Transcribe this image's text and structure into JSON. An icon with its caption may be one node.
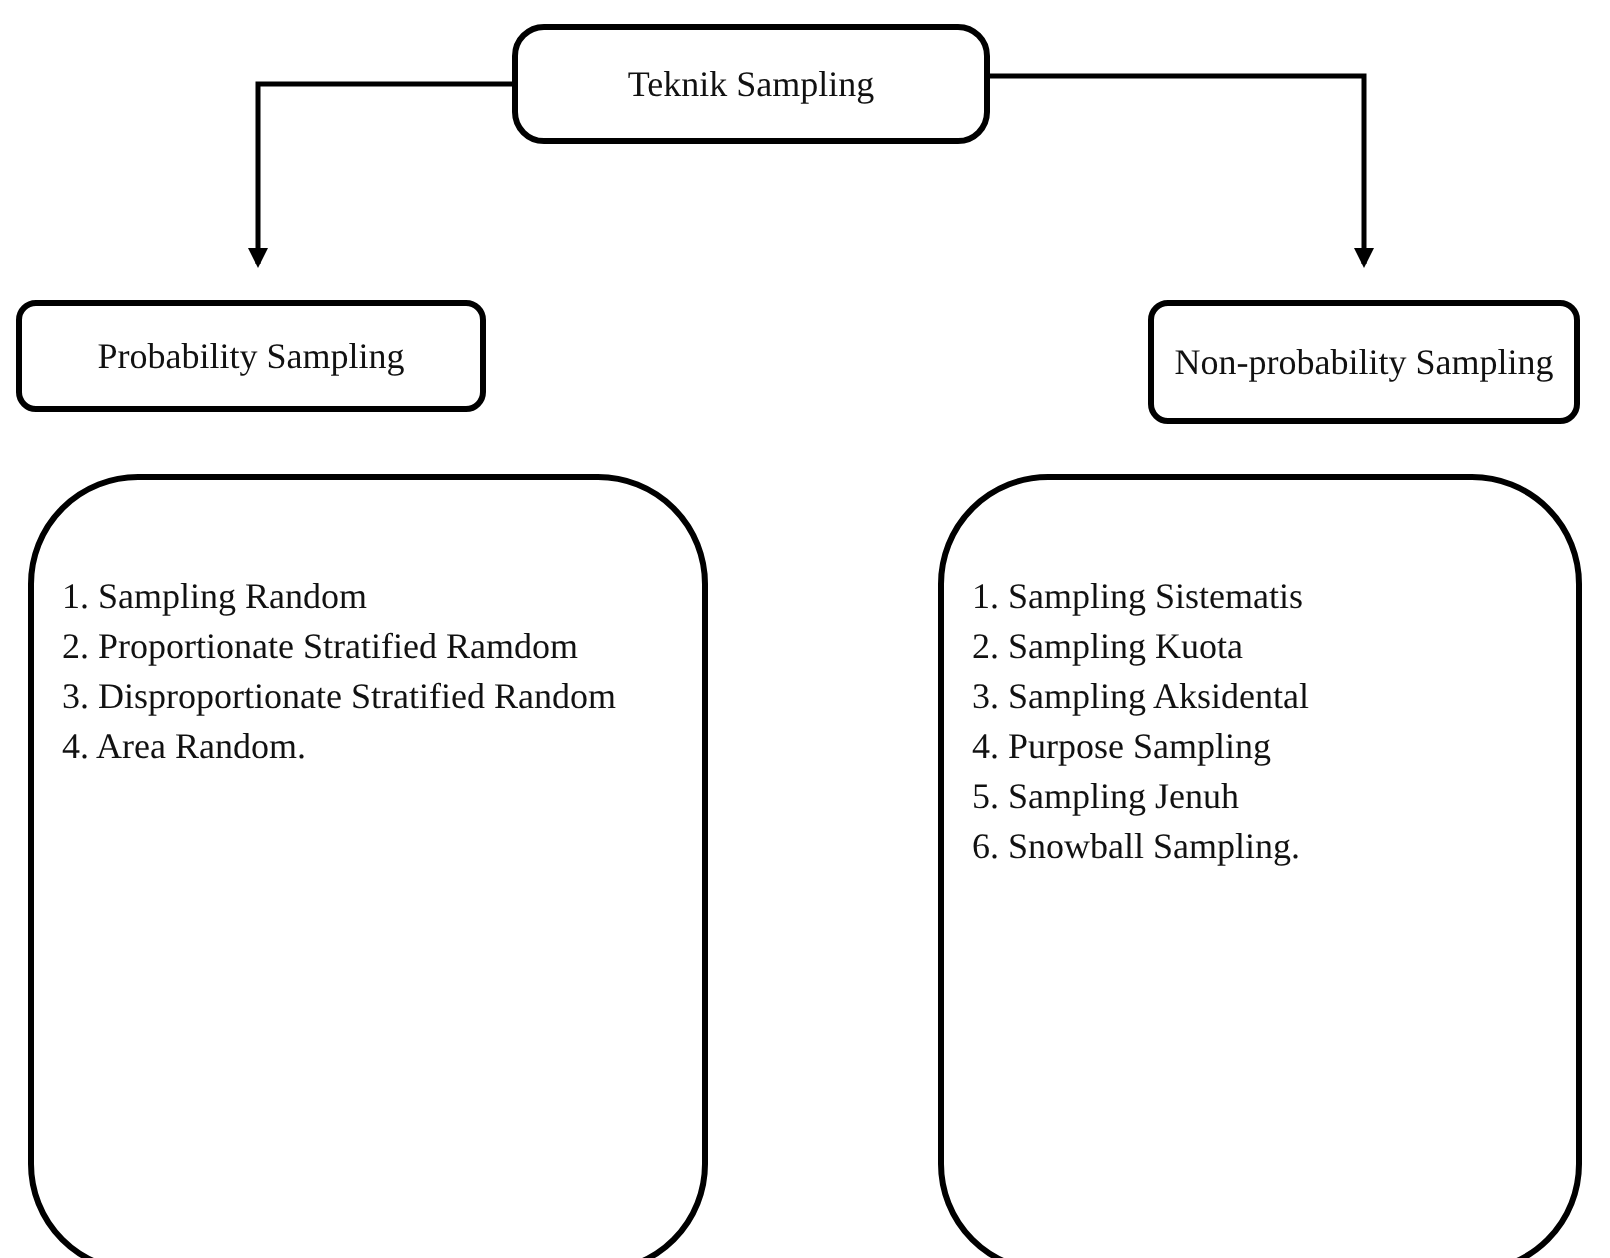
{
  "diagram": {
    "nodes": [
      {
        "text": [
          "Teknik Sampling"
        ]
      },
      {
        "text": [
          "Probability Sampling"
        ]
      },
      {
        "text": [
          "Non-probability Sampling"
        ]
      },
      {
        "text": [
          "1. Sampling Random",
          "2. Proportionate Stratified Ramdom",
          "3. Disproportionate Stratified Random",
          "4. Area Random."
        ]
      },
      {
        "text": [
          "1. Sampling Sistematis",
          "2. Sampling Kuota",
          "3. Sampling Aksidental",
          "4. Purpose Sampling",
          "5. Sampling Jenuh",
          "6. Snowball Sampling."
        ]
      }
    ],
    "edges": [
      {
        "from": 0,
        "to": 1,
        "arrow": "to"
      },
      {
        "from": 0,
        "to": 2,
        "arrow": "to"
      }
    ]
  }
}
